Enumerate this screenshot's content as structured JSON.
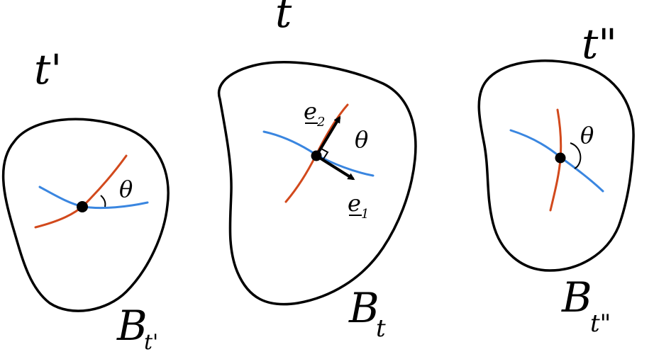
{
  "colors": {
    "outline": "#000000",
    "red_curve": "#d2491c",
    "blue_curve": "#3a86e0",
    "point": "#000000"
  },
  "panels": [
    {
      "time_label": "t'",
      "body_label": "B",
      "body_subscript": "t'",
      "angle_label": "θ"
    },
    {
      "time_label": "t",
      "body_label": "B",
      "body_subscript": "t",
      "angle_label": "θ",
      "vector_e1": "e",
      "vector_e1_sub": "1",
      "vector_e2": "e",
      "vector_e2_sub": "2"
    },
    {
      "time_label": "t\"",
      "body_label": "B",
      "body_subscript": "t\"",
      "angle_label": "θ"
    }
  ]
}
